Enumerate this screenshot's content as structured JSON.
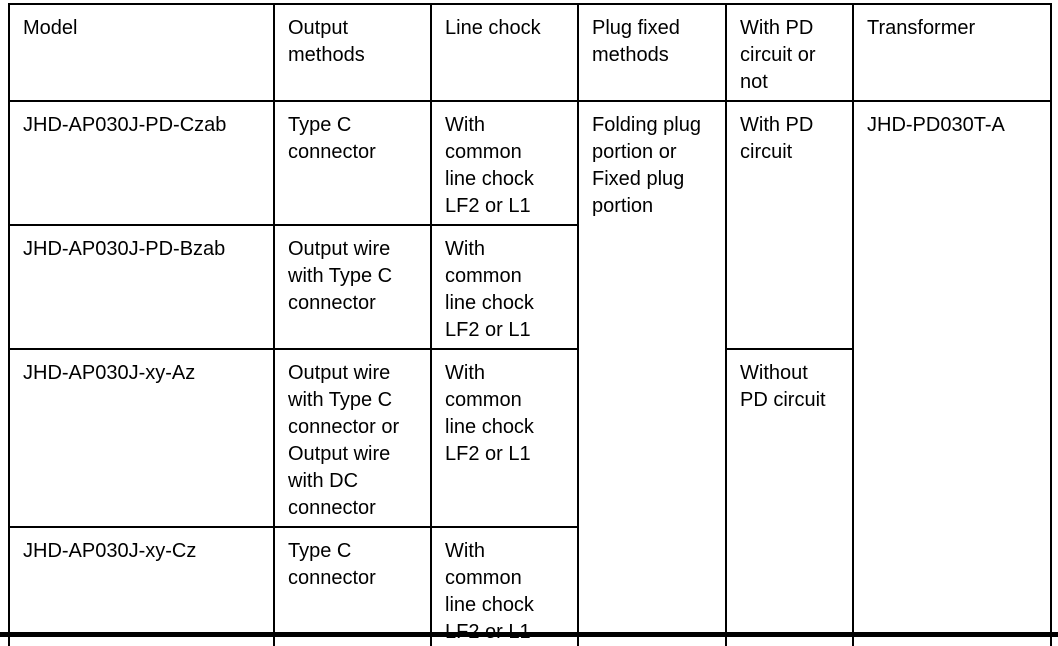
{
  "table": {
    "headers": [
      "Model",
      "Output\nmethods",
      "Line chock",
      "Plug fixed\nmethods",
      "With PD\ncircuit or\nnot",
      "Transformer"
    ],
    "rows": [
      {
        "model": "JHD-AP030J-PD-Czab",
        "output_methods": "Type C\nconnector",
        "line_chock": "With\ncommon\nline chock\nLF2 or L1"
      },
      {
        "model": "JHD-AP030J-PD-Bzab",
        "output_methods": "Output wire\nwith Type C\nconnector",
        "line_chock": "With\ncommon\nline chock\nLF2 or L1"
      },
      {
        "model": "JHD-AP030J-xy-Az",
        "output_methods": "Output wire\nwith Type C\nconnector or\nOutput wire\nwith DC\nconnector",
        "line_chock": "With\ncommon\nline chock\nLF2 or L1"
      },
      {
        "model": "JHD-AP030J-xy-Cz",
        "output_methods": "Type C\nconnector",
        "line_chock": "With\ncommon\nline chock\nLF2 or L1"
      }
    ],
    "merged_cells": {
      "plug_fixed_methods": "Folding plug\nportion or\nFixed plug\nportion",
      "with_pd_circuit": "With PD\ncircuit",
      "without_pd_circuit": "Without\nPD circuit",
      "transformer": "JHD-PD030T-A"
    },
    "colors": {
      "border": "#000000",
      "text": "#000000",
      "background": "#ffffff"
    }
  }
}
